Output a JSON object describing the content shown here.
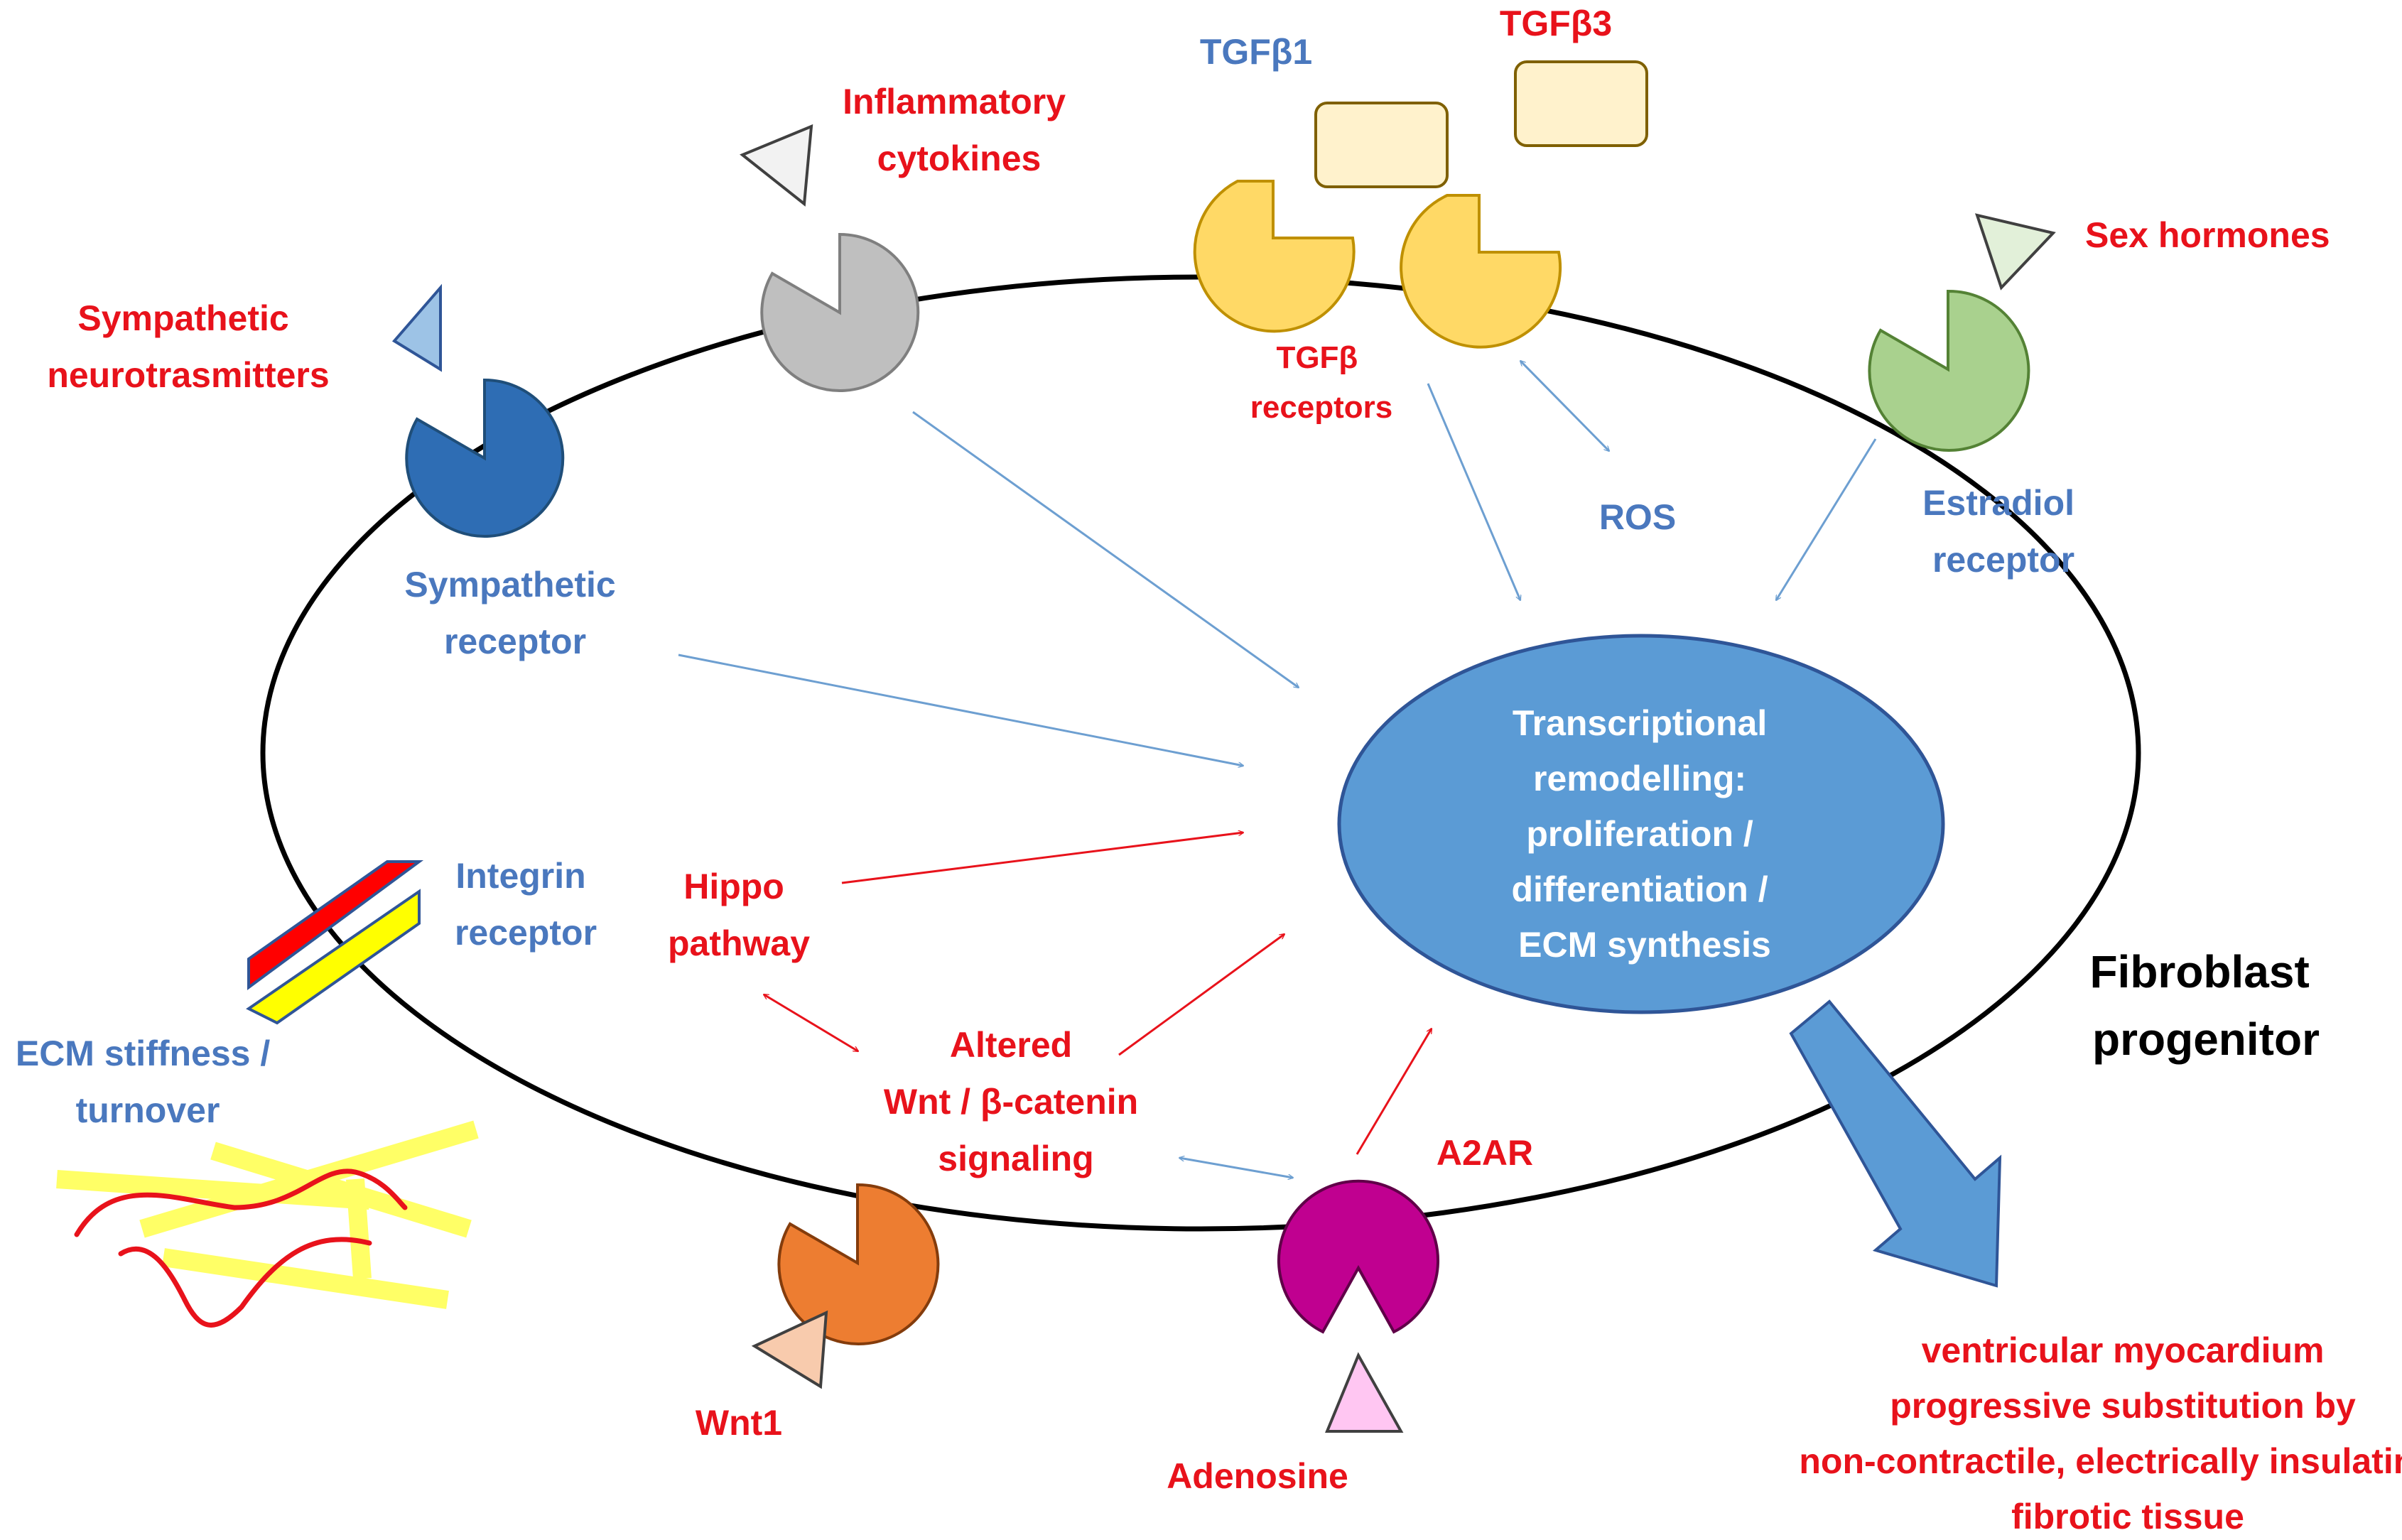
{
  "labels": {
    "inflammatory_cytokines": [
      "Inflammatory",
      "cytokines"
    ],
    "tgfb1": "TGFβ1",
    "tgfb3": "TGFβ3",
    "sex_hormones": "Sex hormones",
    "sympathetic_neurotransmitters": [
      "Sympathetic",
      "neurotrasmitters"
    ],
    "tgfb_receptors": [
      "TGFβ",
      "receptors"
    ],
    "ros": "ROS",
    "estradiol_receptor": [
      "Estradiol",
      "receptor"
    ],
    "sympathetic_receptor": [
      "Sympathetic",
      "receptor"
    ],
    "integrin_receptor": [
      "Integrin",
      "receptor"
    ],
    "hippo_pathway": [
      "Hippo",
      "pathway"
    ],
    "ecm_stiffness": [
      "ECM stiffness /",
      "turnover"
    ],
    "altered_wnt": [
      "Altered",
      "Wnt / β-catenin",
      "signaling"
    ],
    "a2ar": "A2AR",
    "wnt1": "Wnt1",
    "adenosine": "Adenosine",
    "fibroblast_progenitor": [
      "Fibroblast",
      "progenitor"
    ],
    "nucleus": [
      "Transcriptional",
      "remodelling:",
      "proliferation /",
      "differentiation /",
      "ECM synthesis"
    ],
    "outcome": [
      "ventricular myocardium",
      "progressive substitution by",
      "non-contractile, electrically insulating,",
      "fibrotic tissue"
    ]
  },
  "colors": {
    "label_red": "#e8121b",
    "label_blue": "#4a78be",
    "nucleus_fill": "#5b9bd5",
    "sympathetic_receptor": "#2e6db4",
    "cytokine_receptor": "#bfbfbf",
    "tgfb_receptor": "#ffd966",
    "tgfb_ligand": "#fff2cc",
    "estradiol_receptor": "#a9d18e",
    "wnt_receptor": "#ed7d31",
    "adenosine_receptor": "#c00090",
    "integrin_red": "#ff0000",
    "integrin_yellow": "#ffff00"
  }
}
